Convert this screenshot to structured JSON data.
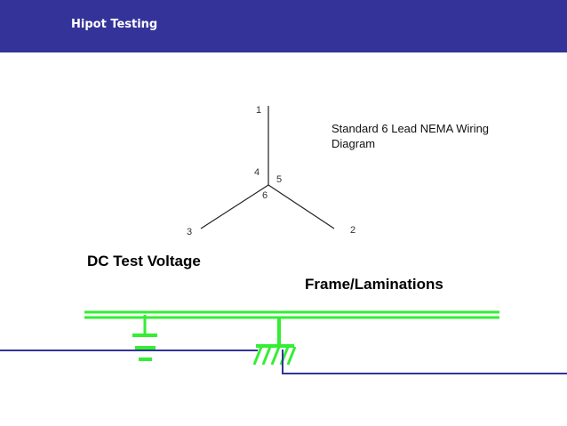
{
  "header": {
    "title": "Hipot Testing",
    "color": "#333399"
  },
  "wiring_diagram": {
    "caption": "Standard 6 Lead NEMA Wiring Diagram",
    "leads": [
      "1",
      "4",
      "5",
      "6",
      "3",
      "2"
    ]
  },
  "labels": {
    "dc_test_voltage": "DC Test Voltage",
    "frame_laminations": "Frame/Laminations"
  },
  "colors": {
    "circuit_green": "#33ee33",
    "wire_blue": "#333399",
    "winding_line": "#222222"
  },
  "icons": [
    "dc-source-icon",
    "frame-ground-icon"
  ]
}
